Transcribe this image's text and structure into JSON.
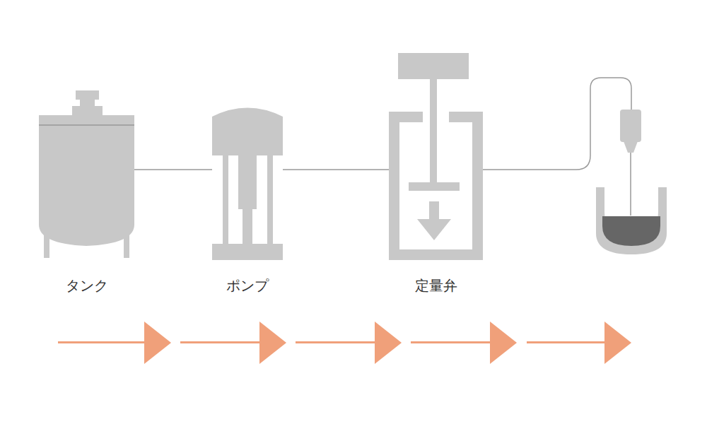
{
  "diagram": {
    "nodes": [
      {
        "text": [
          "タンク"
        ]
      },
      {
        "text": [
          "ポンプ"
        ]
      },
      {
        "text": [
          "定量弁"
        ]
      }
    ],
    "edges": [
      {
        "from": 0,
        "to": 1,
        "arrow": "none"
      },
      {
        "from": 1,
        "to": 2,
        "arrow": "none"
      }
    ]
  }
}
